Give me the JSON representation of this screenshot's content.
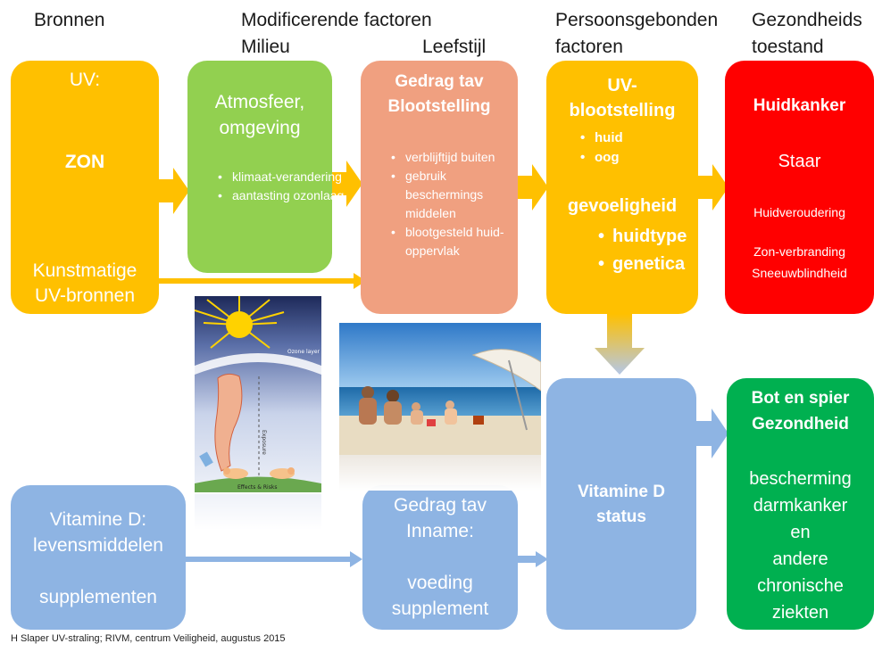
{
  "headers": {
    "bronnen": "Bronnen",
    "modificerende": "Modificerende factoren",
    "milieu": "Milieu",
    "leefstijl": "Leefstijl",
    "persoonsgebonden": "Persoonsgebonden",
    "factoren": "factoren",
    "gezondheids": "Gezondheids",
    "toestand": "toestand"
  },
  "uv_box": {
    "title": "UV:",
    "zon": "ZON",
    "kunst1": "Kunstmatige",
    "kunst2": "UV-bronnen"
  },
  "milieu_box": {
    "title1": "Atmosfeer,",
    "title2": "omgeving",
    "items": [
      "klimaat-verandering",
      "aantasting ozonlaag"
    ]
  },
  "gedrag_box": {
    "title1": "Gedrag tav",
    "title2": "Blootstelling",
    "items": [
      "verblijftijd buiten",
      "gebruik beschermings middelen",
      "blootgesteld huid-oppervlak"
    ]
  },
  "pers_box": {
    "title1": "UV-",
    "title2": "blootstelling",
    "items1": [
      "huid",
      "oog"
    ],
    "title3": "gevoeligheid",
    "items2": [
      "huidtype",
      "genetica"
    ]
  },
  "gez_box": {
    "title": "Huidkanker",
    "staar": "Staar",
    "items": [
      "Huidveroudering",
      "Zon-verbranding",
      "Sneeuwblindheid"
    ]
  },
  "vitd_box": {
    "line1": "Vitamine D:",
    "line2": "levensmiddelen",
    "line3": "supplementen"
  },
  "inname_box": {
    "line1": "Gedrag tav",
    "line2": "Inname:",
    "line3": "voeding",
    "line4": "supplement"
  },
  "status_box": {
    "line1": "Vitamine D",
    "line2": "status"
  },
  "bot_box": {
    "title1": "Bot en spier",
    "title2": "Gezondheid",
    "lines": [
      "bescherming",
      "darmkanker",
      "en",
      "andere",
      "chronische",
      "ziekten"
    ]
  },
  "figure_labels": {
    "ozone": "Ozone layer",
    "exposure": "Exposure",
    "effects": "Effects & Risks"
  },
  "footer": "H Slaper UV-straling; RIVM, centrum Veiligheid, augustus 2015",
  "colors": {
    "orange": "#ffc000",
    "green": "#92d050",
    "salmon": "#f4a582",
    "red": "#ff0000",
    "blue": "#8eb4e3",
    "darkgreen": "#00b050"
  }
}
